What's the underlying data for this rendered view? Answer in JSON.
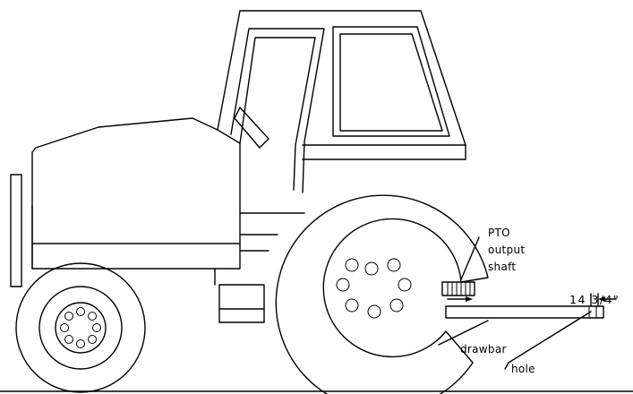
{
  "figure": {
    "subject": "tractor",
    "labels": {
      "pto_line1": "PTO",
      "pto_line2": "output",
      "pto_line3": "shaft",
      "drawbar": "drawbar",
      "hole": "hole",
      "dimension": "14 3/4\""
    }
  }
}
